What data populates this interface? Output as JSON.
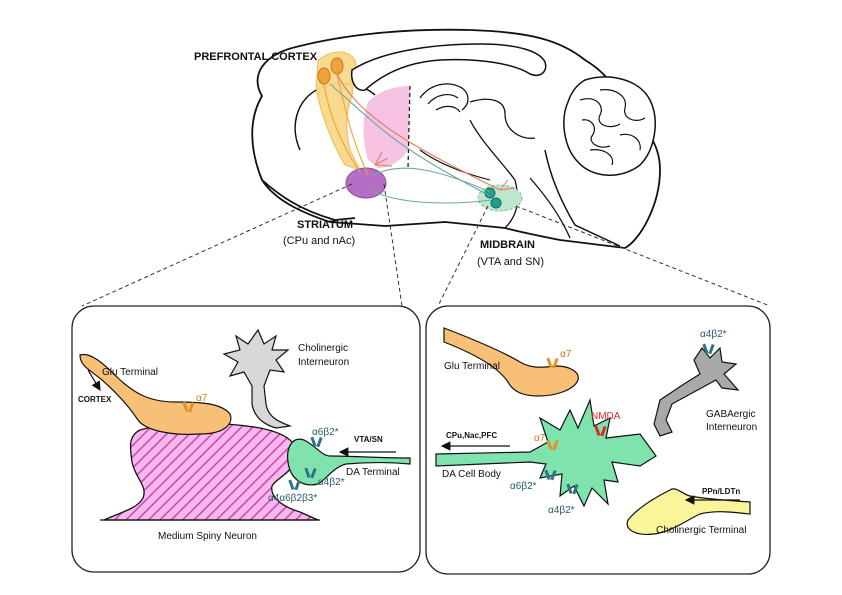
{
  "regions": {
    "prefrontal_cortex": "PREFRONTAL CORTEX",
    "striatum": "STRIATUM",
    "striatum_sub": "(CPu and nAc)",
    "midbrain": "MIDBRAIN",
    "midbrain_sub": "(VTA and SN)"
  },
  "left_panel": {
    "glu_terminal": "Glu Terminal",
    "cortex_arrow": "CORTEX",
    "receptor_alpha7": "α7",
    "cholinergic_line1": "Cholinergic",
    "cholinergic_line2": "Interneuron",
    "receptor_a6b2": "α6β2*",
    "vta_sn_arrow": "VTA/SN",
    "receptor_a4b2": "α4β2*",
    "da_terminal": "DA Terminal",
    "receptor_a4a6b2b3": "α4α6β2β3*",
    "medium_spiny": "Medium Spiny Neuron"
  },
  "right_panel": {
    "glu_terminal": "Glu Terminal",
    "receptor_alpha7_top": "α7",
    "receptor_a4b2_top": "α4β2*",
    "gaba_line1": "GABAergic",
    "gaba_line2": "Interneuron",
    "nmda": "NMDA",
    "cpu_arrow": "CPu,Nac,PFC",
    "receptor_alpha7": "α7",
    "da_cell_body": "DA Cell Body",
    "receptor_a6b2": "α6β2*",
    "receptor_a4b2": "α4β2*",
    "ppn_arrow": "PPn/LDTn",
    "cholinergic_terminal": "Cholinergic Terminal"
  },
  "colors": {
    "prefrontal": "#f9d98a",
    "striatum": "#b46fc4",
    "striatum_light": "#f6c3e3",
    "midbrain": "#bfe6cc",
    "da_neuron": "#7ee3ad",
    "glu": "#f8c077",
    "cholinergic_interneuron": "#d8d8d8",
    "gaba": "#a9a9a9",
    "cholinergic_terminal": "#fbf59a",
    "msn_hatch": "#e04fc4",
    "receptor_orange": "#e0922b",
    "receptor_teal": "#2e7480",
    "receptor_red": "#e0262a"
  }
}
